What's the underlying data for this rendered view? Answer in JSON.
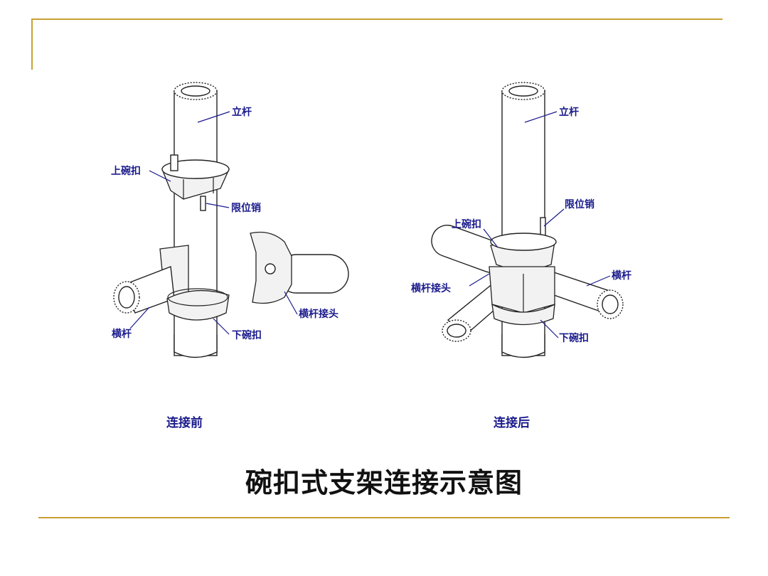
{
  "title": "碗扣式支架连接示意图",
  "left_figure": {
    "caption": "连接前",
    "labels": {
      "vertical_pole": "立杆",
      "upper_bowl": "上碗扣",
      "limit_pin": "限位销",
      "horizontal_joint": "横杆接头",
      "horizontal_bar": "横杆",
      "lower_bowl": "下碗扣"
    }
  },
  "right_figure": {
    "caption": "连接后",
    "labels": {
      "vertical_pole": "立杆",
      "limit_pin": "限位销",
      "upper_bowl": "上碗扣",
      "horizontal_bar": "横杆",
      "horizontal_joint": "横杆接头",
      "lower_bowl": "下碗扣"
    }
  },
  "colors": {
    "frame": "#c8a032",
    "label_text": "#1a1a8c",
    "title_text": "#111111"
  }
}
